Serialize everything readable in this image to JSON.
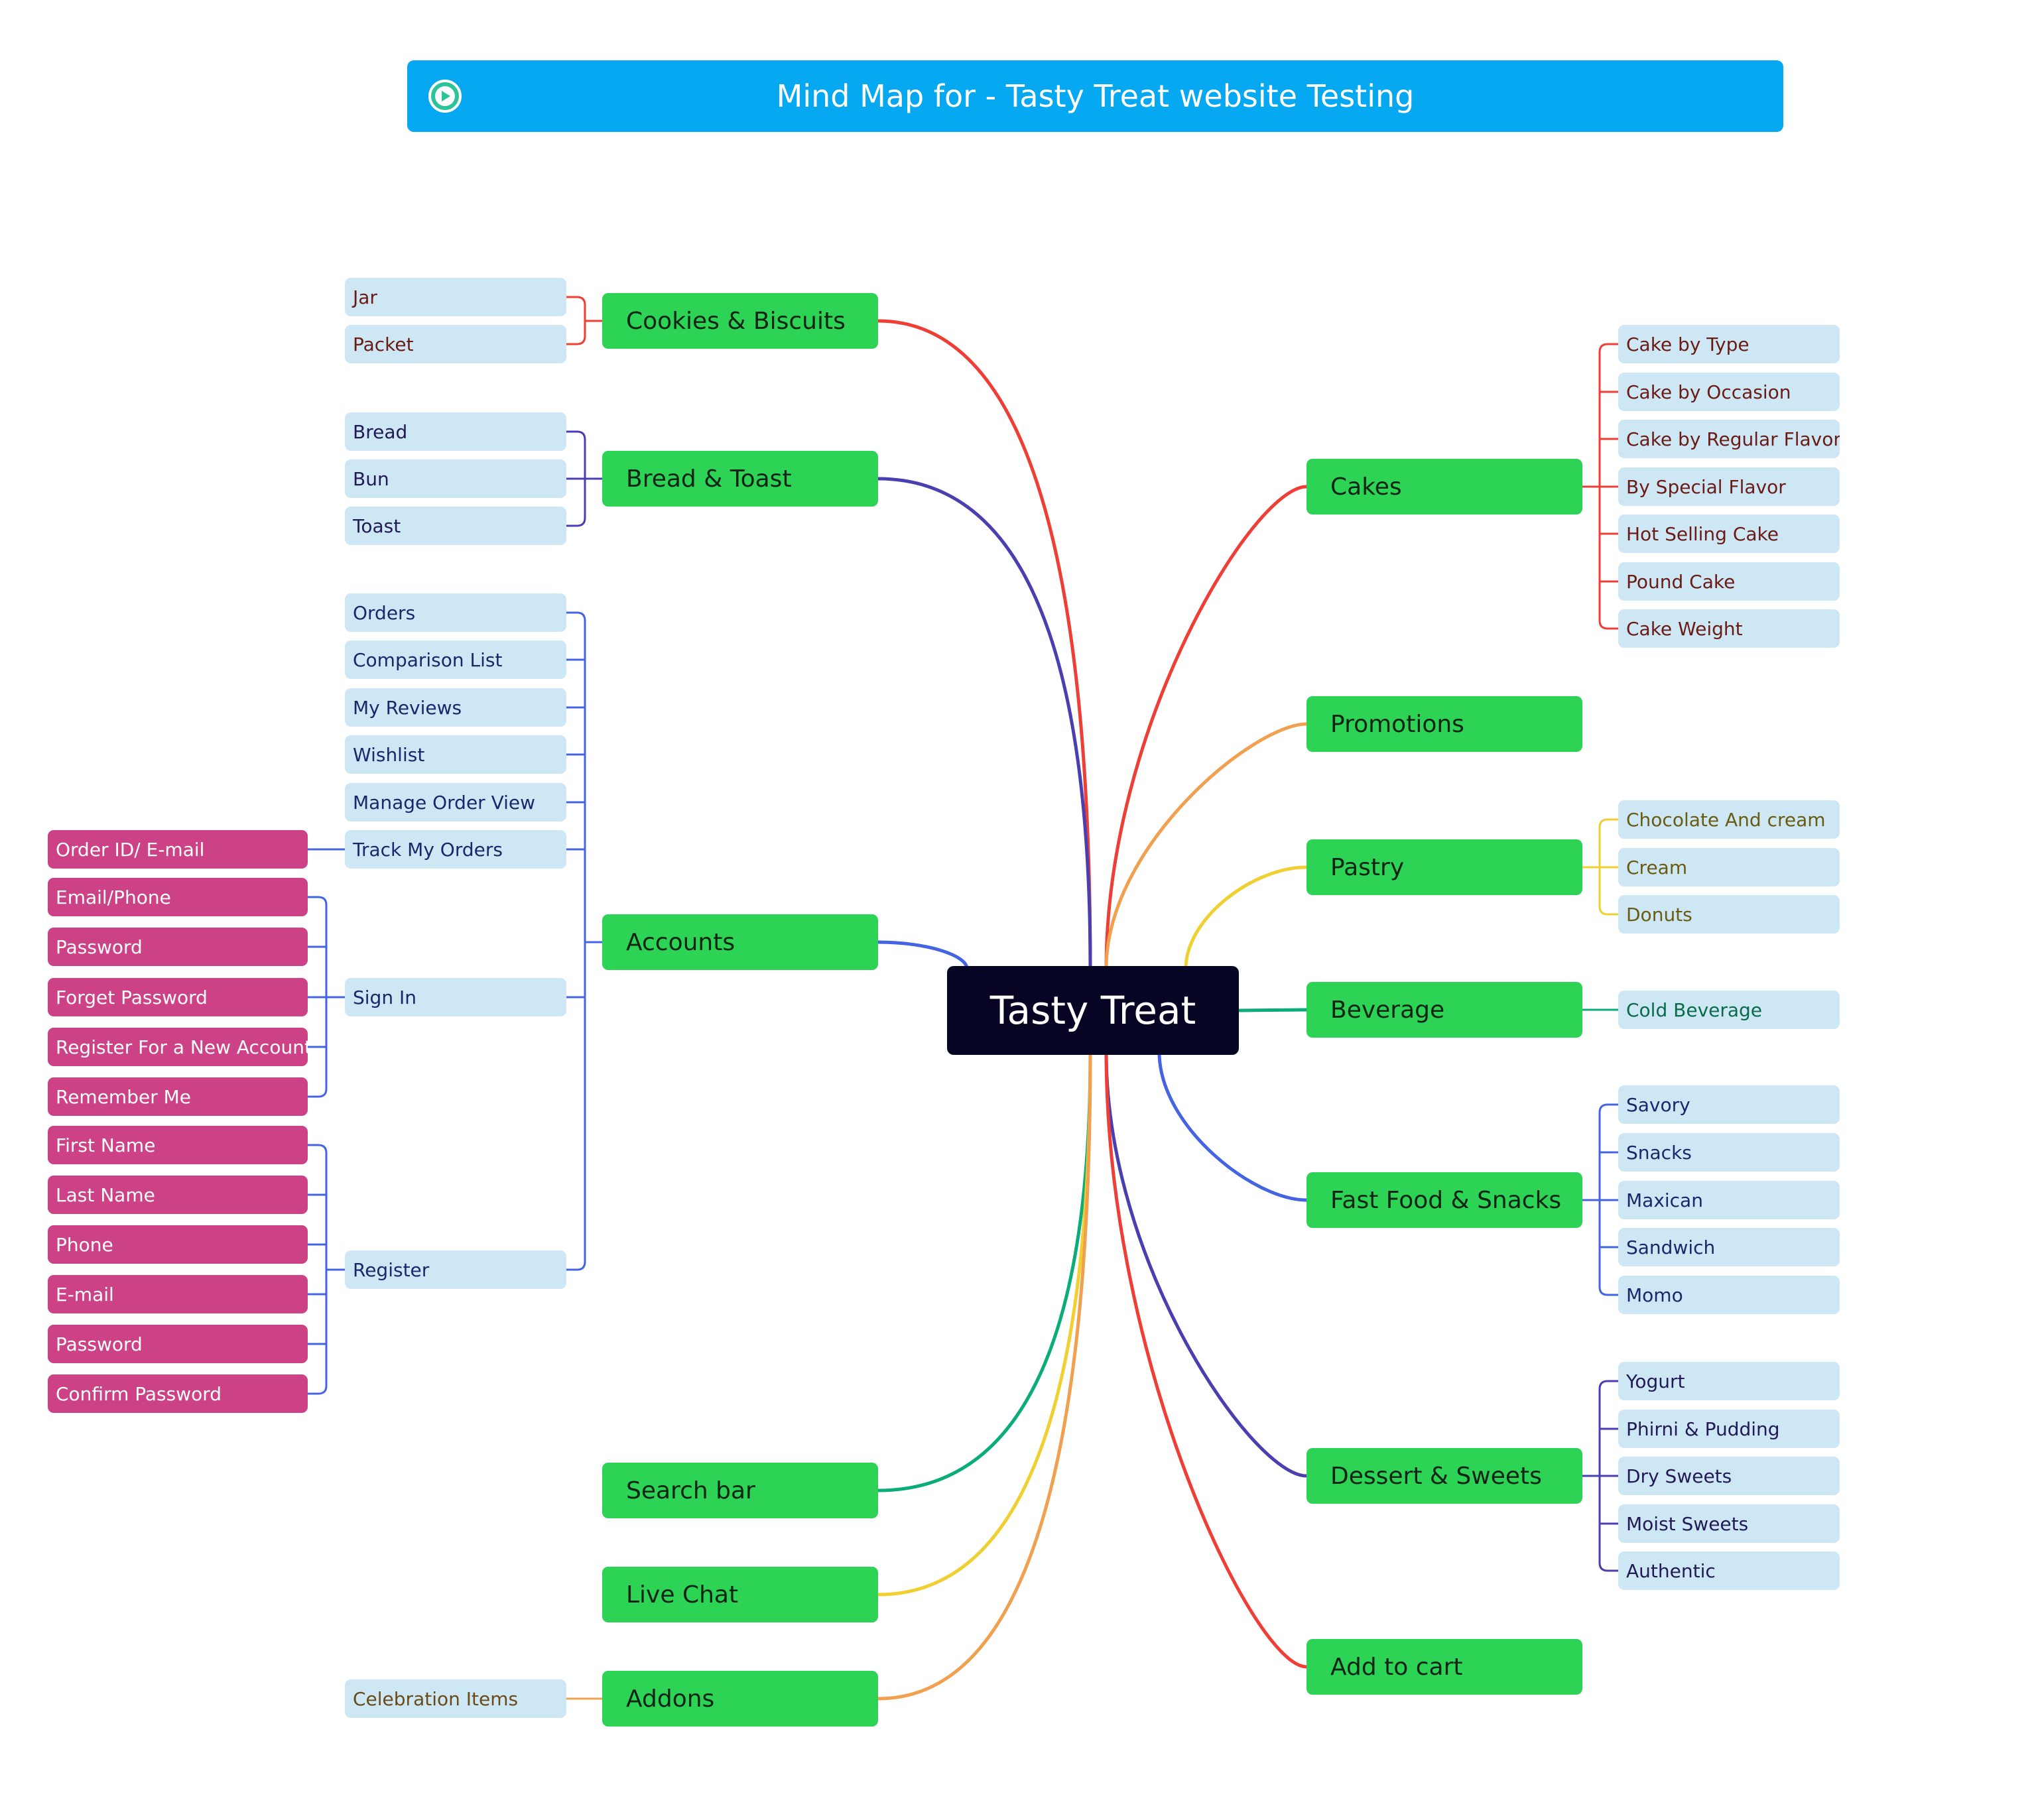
{
  "title": "Mind Map for - Tasty Treat website Testing",
  "colors": {
    "banner": "#06a8f1",
    "root": "#060523",
    "branch": "#2dd355",
    "leaf": "#cde7f5",
    "sub_leaf": "#cd4286",
    "red": "#ef3e36",
    "indigo": "#4a3fb0",
    "blue": "#4464e3",
    "orange": "#f0a04e",
    "yellow": "#f0d030",
    "green": "#0aad7a"
  },
  "root": {
    "label": "Tasty Treat"
  },
  "branches": {
    "cookies": {
      "label": "Cookies & Biscuits",
      "leaves": [
        "Jar",
        "Packet"
      ]
    },
    "bread": {
      "label": "Bread & Toast",
      "leaves": [
        "Bread",
        "Bun",
        "Toast"
      ]
    },
    "accounts": {
      "label": "Accounts",
      "leaves": [
        "Orders",
        "Comparison List",
        "My Reviews",
        "Wishlist",
        "Manage Order View",
        "Track My Orders",
        "Sign In",
        "Register"
      ],
      "track_my_orders": [
        "Order ID/ E-mail"
      ],
      "sign_in": [
        "Email/Phone",
        "Password",
        "Forget Password",
        "Register For a New Account",
        "Remember Me"
      ],
      "register": [
        "First Name",
        "Last Name",
        "Phone",
        "E-mail",
        "Password",
        "Confirm Password"
      ]
    },
    "search": {
      "label": "Search bar"
    },
    "live_chat": {
      "label": "Live Chat"
    },
    "addons": {
      "label": "Addons",
      "leaves": [
        "Celebration Items"
      ]
    },
    "cakes": {
      "label": "Cakes",
      "leaves": [
        "Cake by Type",
        "Cake by Occasion",
        "Cake by Regular Flavor",
        "By Special Flavor",
        "Hot Selling Cake",
        "Pound Cake",
        "Cake Weight"
      ]
    },
    "promotions": {
      "label": "Promotions"
    },
    "pastry": {
      "label": "Pastry",
      "leaves": [
        "Chocolate And cream",
        "Cream",
        "Donuts"
      ]
    },
    "beverage": {
      "label": "Beverage",
      "leaves": [
        "Cold Beverage"
      ]
    },
    "fastfood": {
      "label": "Fast Food & Snacks",
      "leaves": [
        "Savory",
        "Snacks",
        "Maxican",
        "Sandwich",
        "Momo"
      ]
    },
    "dessert": {
      "label": "Dessert & Sweets",
      "leaves": [
        "Yogurt",
        "Phirni & Pudding",
        "Dry Sweets",
        "Moist Sweets",
        "Authentic"
      ]
    },
    "cart": {
      "label": "Add to cart"
    }
  }
}
